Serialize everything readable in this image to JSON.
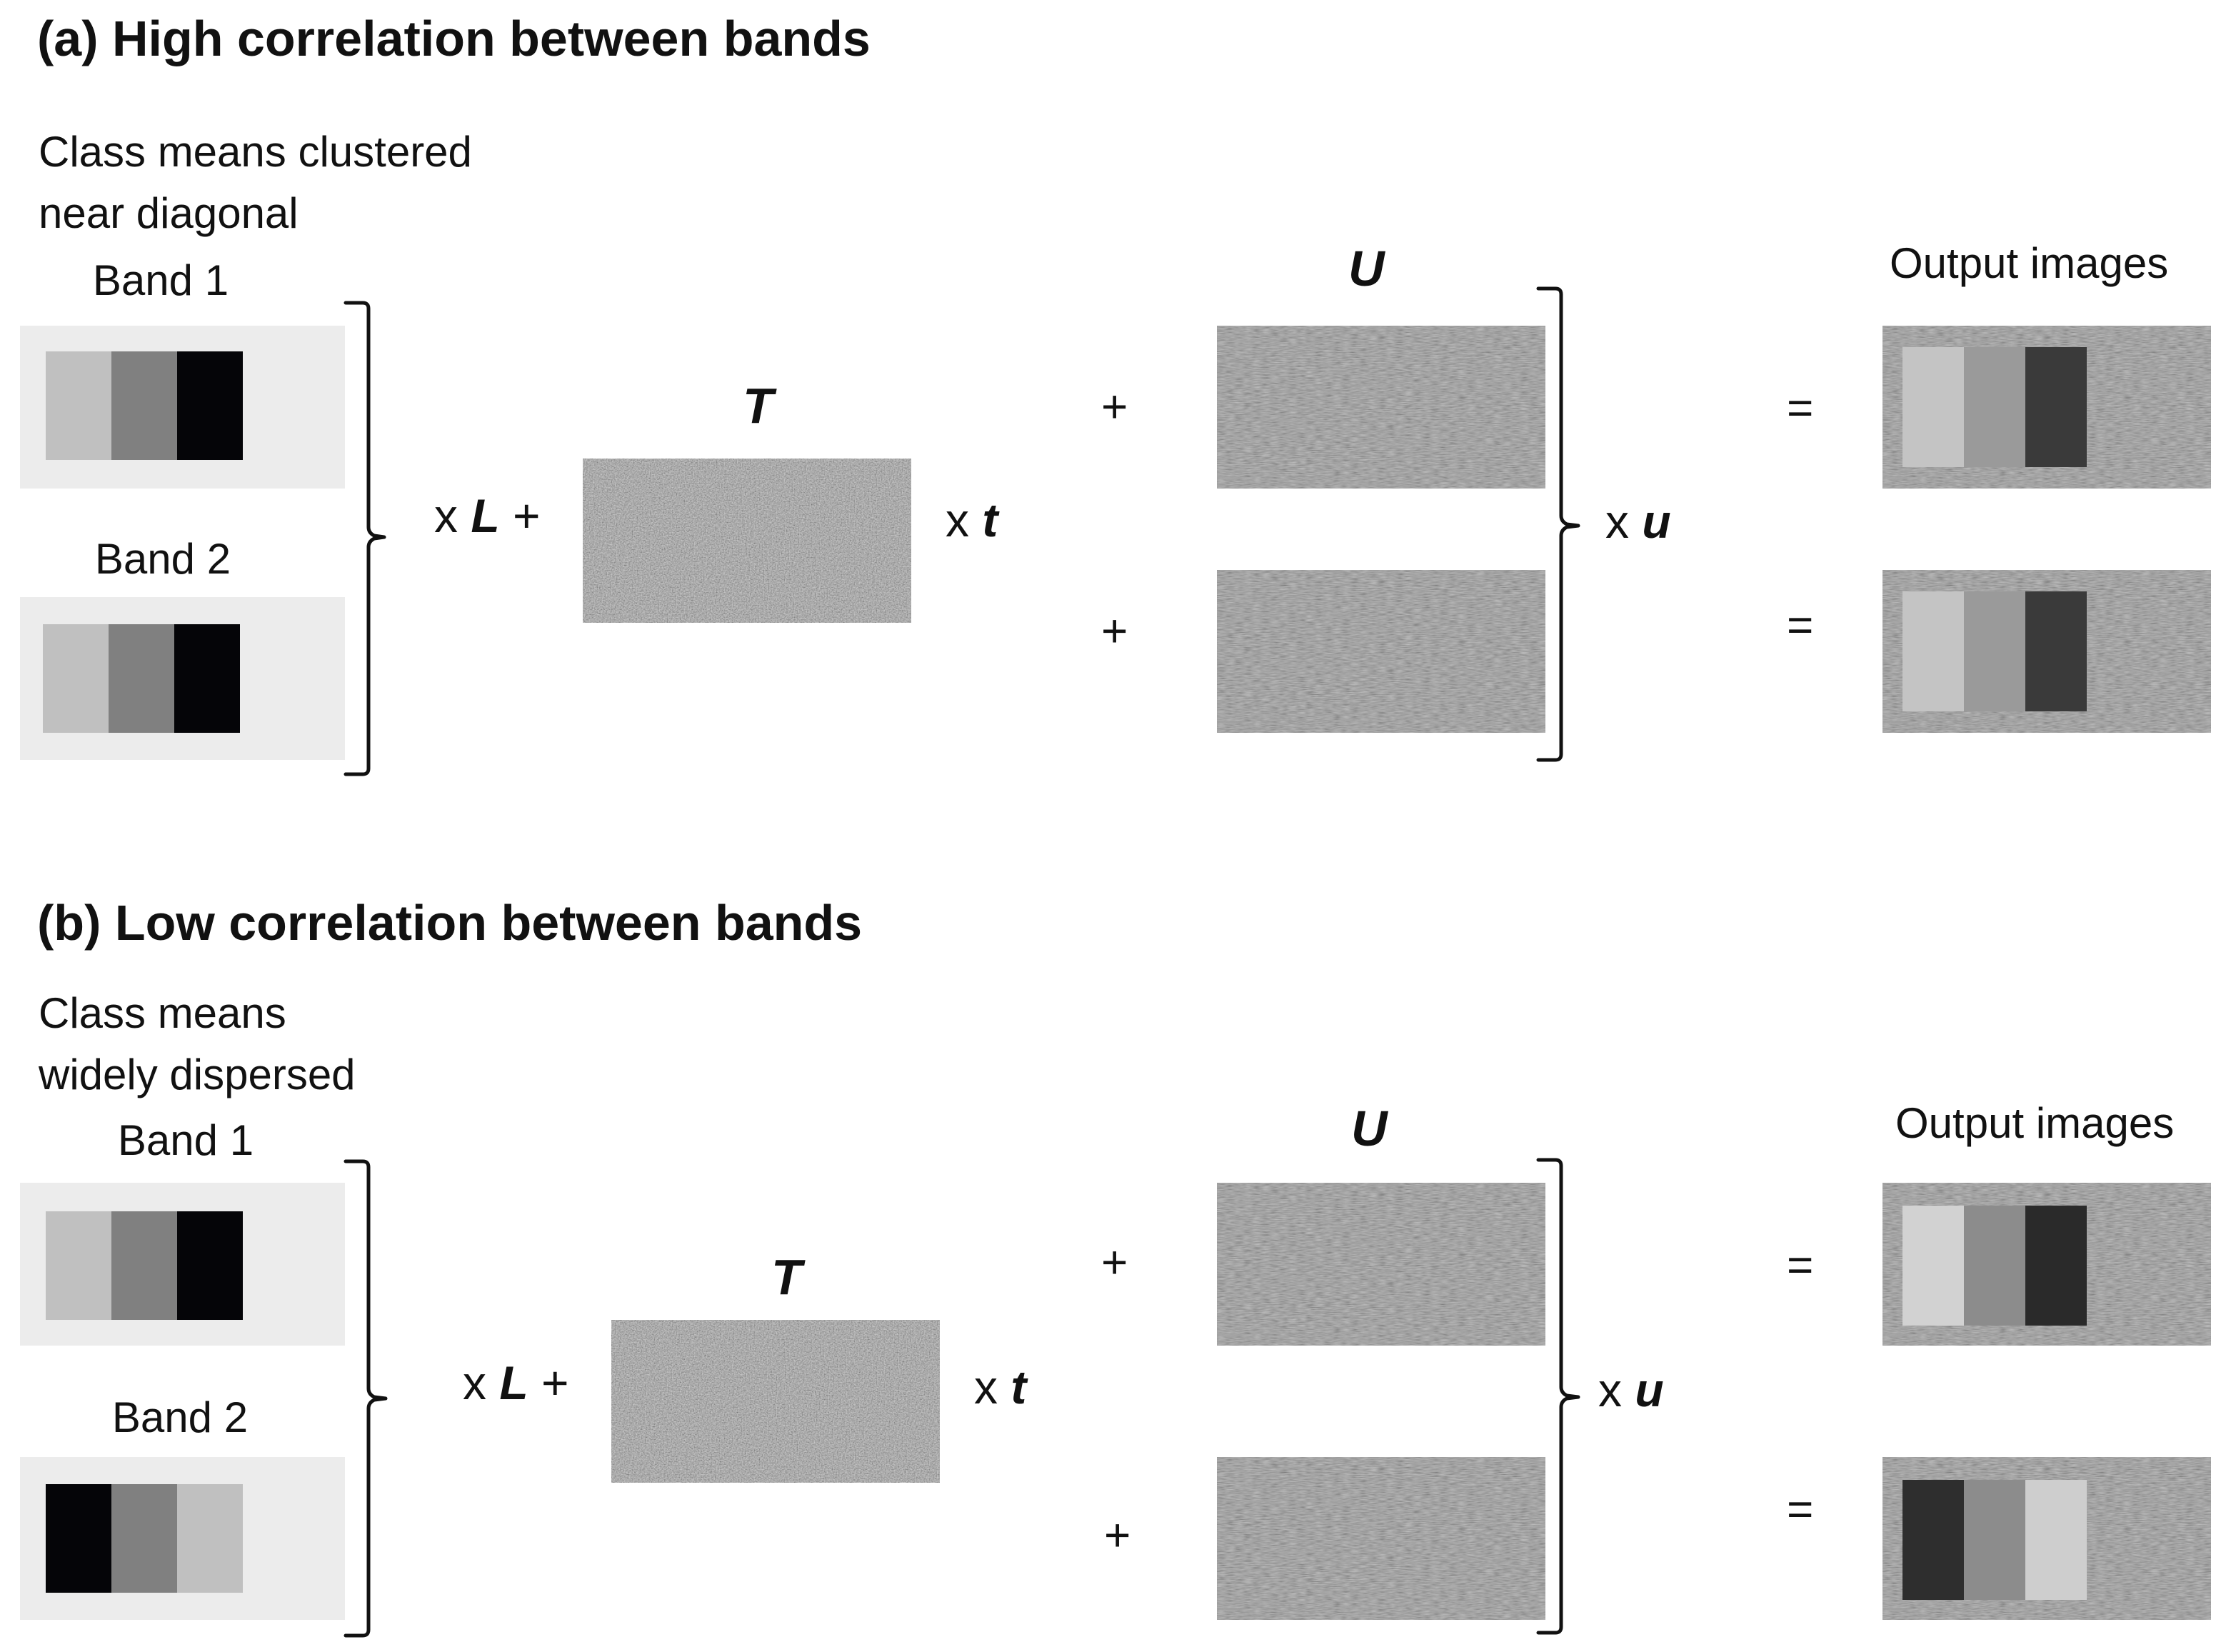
{
  "panel_a": {
    "title": "(a)  High correlation between bands",
    "caption_line1": "Class means clustered",
    "caption_line2": "near diagonal",
    "band1_label": "Band 1",
    "band2_label": "Band 2",
    "band1_swatches": [
      "#c0c0c0",
      "#808080",
      "#050508"
    ],
    "band2_swatches": [
      "#c0c0c0",
      "#808080",
      "#050508"
    ],
    "times_L": "x",
    "L_symbol": "L",
    "plus": "+",
    "T_label": "T",
    "times_t": "x",
    "t_symbol": "t",
    "U_label": "U",
    "plus_top": "+",
    "plus_bottom": "+",
    "times_u": "x",
    "u_symbol": "u",
    "equals_top": "=",
    "equals_bottom": "=",
    "output_label": "Output images",
    "output_top_stripes": [
      "#c4c4c4",
      "#9a9a9a",
      "#3a3a3a"
    ],
    "output_bottom_stripes": [
      "#c4c4c4",
      "#9a9a9a",
      "#3a3a3a"
    ]
  },
  "panel_b": {
    "title": "(b)  Low correlation between bands",
    "caption_line1": "Class means",
    "caption_line2": "widely dispersed",
    "band1_label": "Band 1",
    "band2_label": "Band 2",
    "band1_swatches": [
      "#c0c0c0",
      "#808080",
      "#050508"
    ],
    "band2_swatches": [
      "#050508",
      "#808080",
      "#c0c0c0"
    ],
    "times_L": "x",
    "L_symbol": "L",
    "plus": "+",
    "T_label": "T",
    "times_t": "x",
    "t_symbol": "t",
    "U_label": "U",
    "plus_top": "+",
    "plus_bottom": "+",
    "times_u": "x",
    "u_symbol": "u",
    "equals_top": "=",
    "equals_bottom": "=",
    "output_label": "Output images",
    "output_top_stripes": [
      "#d2d2d2",
      "#8c8c8c",
      "#2a2a2a"
    ],
    "output_bottom_stripes": [
      "#2e2e2e",
      "#8c8c8c",
      "#cecece"
    ]
  },
  "colors": {
    "background": "#ffffff",
    "band_panel": "#ececec",
    "noise_grey": "#8b8b8b",
    "bracket": "#111111"
  }
}
